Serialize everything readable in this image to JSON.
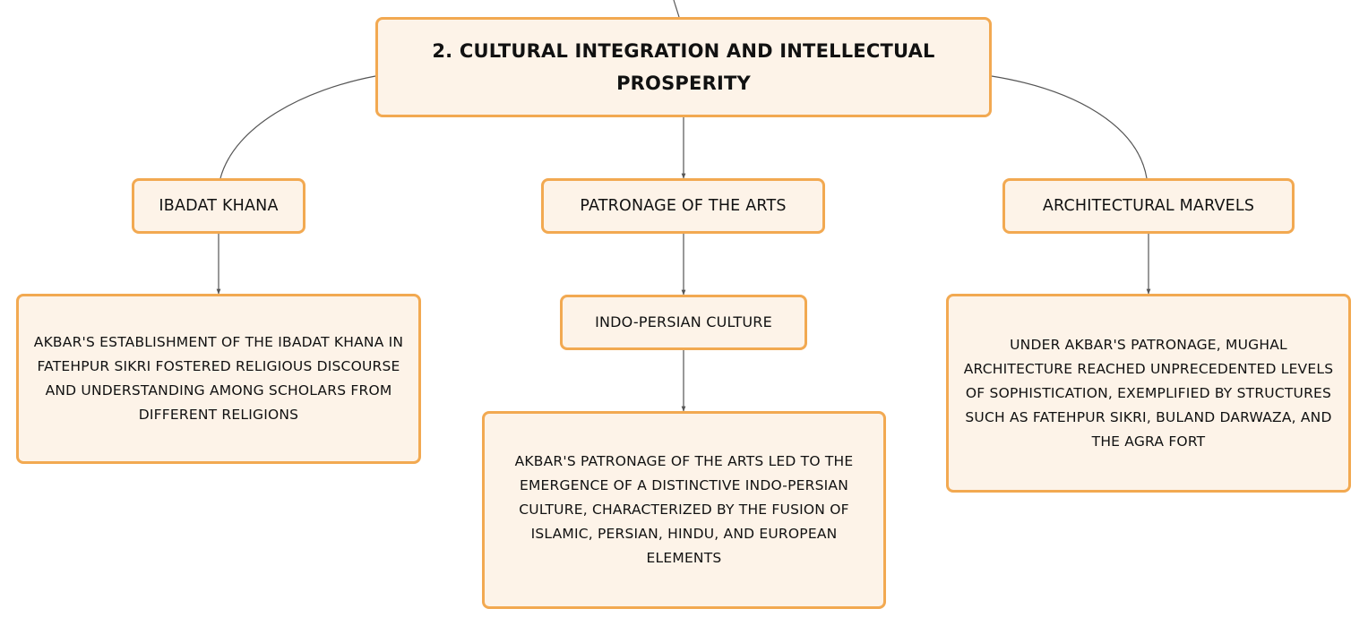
{
  "diagram": {
    "root": {
      "label": "2. CULTURAL INTEGRATION AND INTELLECTUAL PROSPERITY"
    },
    "branches": {
      "ibadat_khana": {
        "label": "IBADAT KHANA",
        "description": "AKBAR'S ESTABLISHMENT OF THE IBADAT KHANA IN FATEHPUR SIKRI FOSTERED RELIGIOUS DISCOURSE AND UNDERSTANDING AMONG SCHOLARS FROM DIFFERENT RELIGIONS"
      },
      "patronage": {
        "label": "PATRONAGE OF THE ARTS",
        "child": {
          "label": "INDO-PERSIAN CULTURE",
          "description": "AKBAR'S PATRONAGE OF THE ARTS LED TO THE EMERGENCE OF A DISTINCTIVE INDO-PERSIAN CULTURE, CHARACTERIZED BY THE FUSION OF ISLAMIC, PERSIAN, HINDU, AND EUROPEAN ELEMENTS"
        }
      },
      "architecture": {
        "label": "ARCHITECTURAL MARVELS",
        "description": "UNDER AKBAR'S PATRONAGE, MUGHAL ARCHITECTURE REACHED UNPRECEDENTED LEVELS OF SOPHISTICATION, EXEMPLIFIED BY STRUCTURES SUCH AS FATEHPUR SIKRI, BULAND DARWAZA, AND THE AGRA FORT"
      }
    },
    "colors": {
      "node_fill": "#fdf3e8",
      "node_border": "#f2a951",
      "connector": "#555555",
      "text": "#111111"
    }
  }
}
